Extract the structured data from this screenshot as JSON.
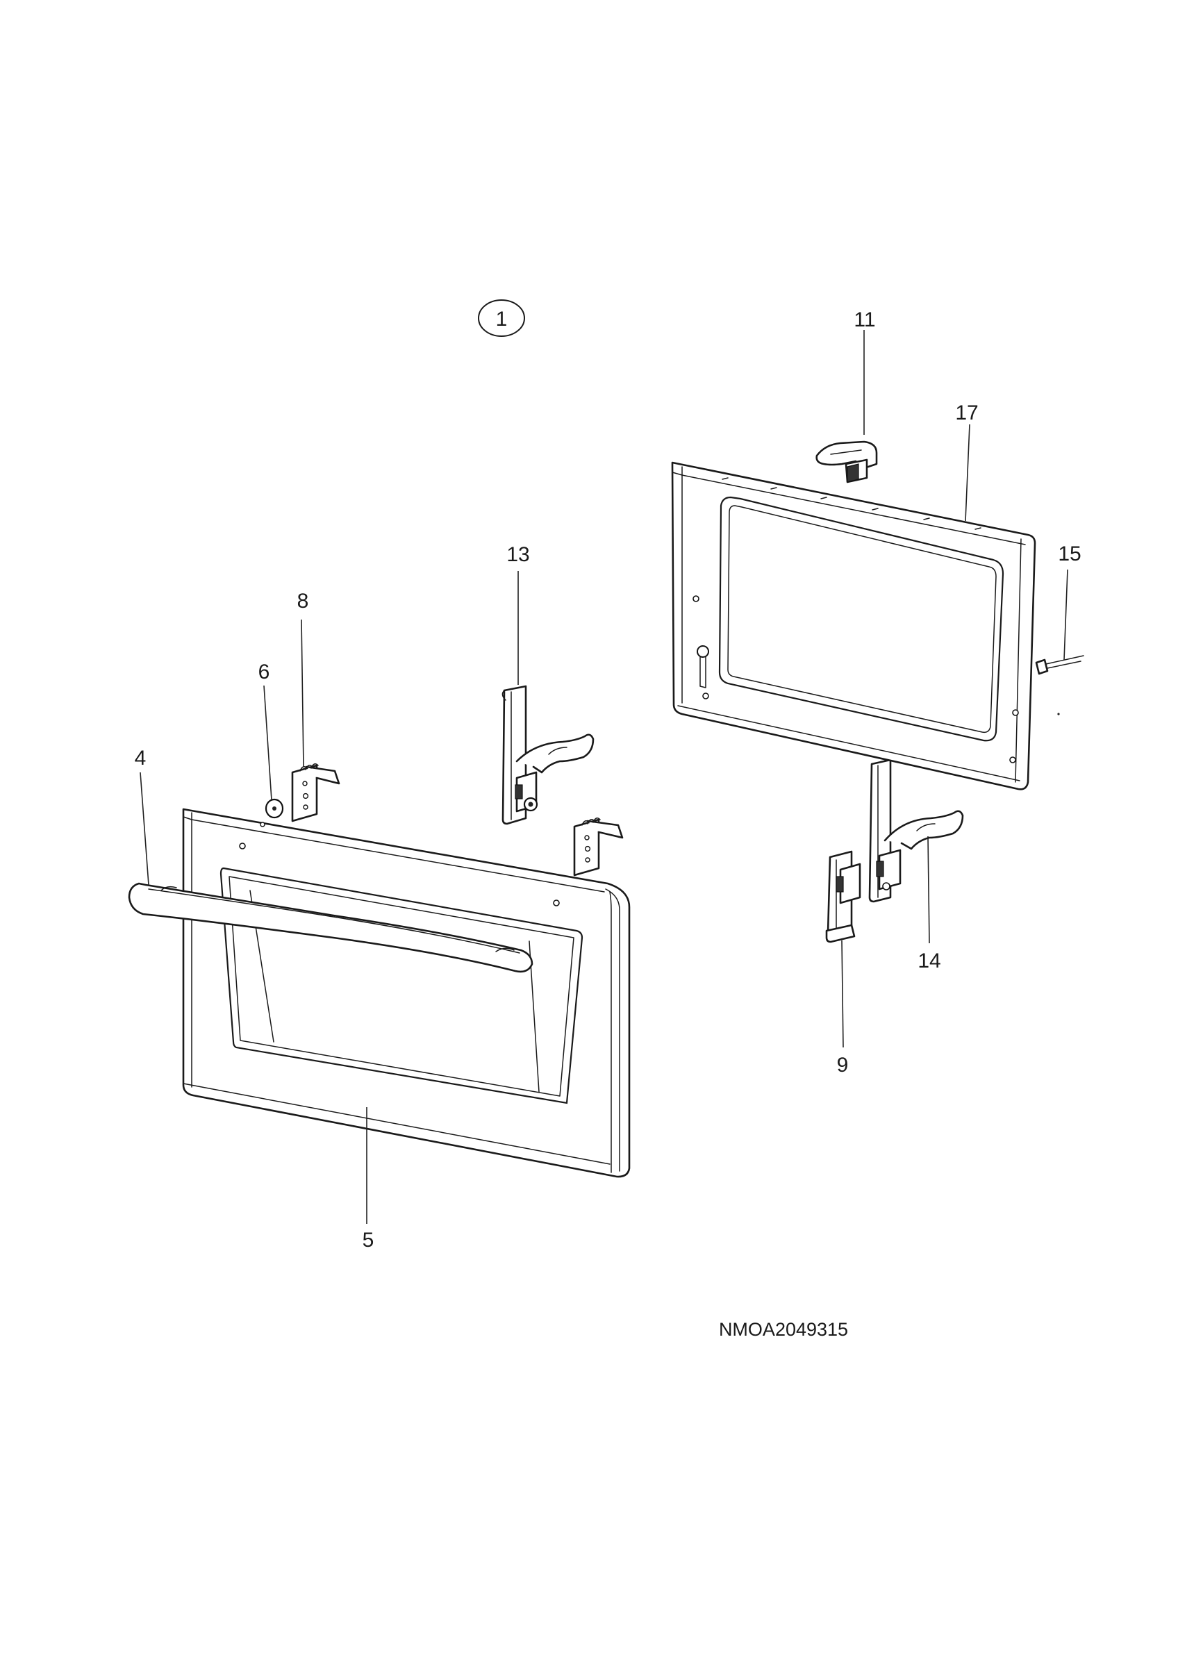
{
  "diagram": {
    "assembly_marker": "1",
    "drawing_code": "NMOA2049315",
    "callouts": [
      "4",
      "5",
      "6",
      "8",
      "9",
      "11",
      "13",
      "14",
      "15",
      "17"
    ]
  },
  "parts": {
    "p4": "handle",
    "p5": "outer door panel",
    "p6": "round disc",
    "p8": "bracket",
    "p9": "hinge receiver",
    "p11": "clip",
    "p13": "hinge",
    "p14": "hinge",
    "p15": "screw",
    "p17": "inner door frame"
  }
}
